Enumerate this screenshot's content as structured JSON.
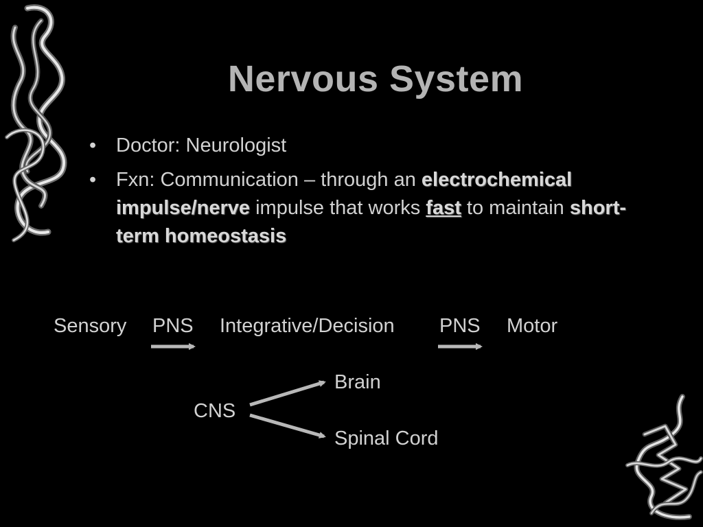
{
  "slide": {
    "title": "Nervous System",
    "bullets": [
      {
        "text": "Doctor: Neurologist"
      },
      {
        "t1": "Fxn: Communication – through an ",
        "e1": "electrochemical impulse/nerve",
        "t2": " impulse that works ",
        "e2": "fast",
        "t3": " to maintain ",
        "e3": "short-term homeostasis"
      }
    ],
    "flow": {
      "sensory": "Sensory",
      "pns1": "PNS",
      "integrative": "Integrative/Decision",
      "pns2": "PNS",
      "motor": "Motor"
    },
    "cns": {
      "label": "CNS",
      "brain": "Brain",
      "spinal_cord": "Spinal Cord"
    }
  },
  "colors": {
    "background": "#000000",
    "title": "#b4b4b4",
    "text": "#d2d2d2",
    "arrow": "#b8b8b8"
  },
  "icons": {
    "decoration_left": "tangled-chrome-wire-icon",
    "decoration_right": "tangled-chrome-wire-icon"
  }
}
